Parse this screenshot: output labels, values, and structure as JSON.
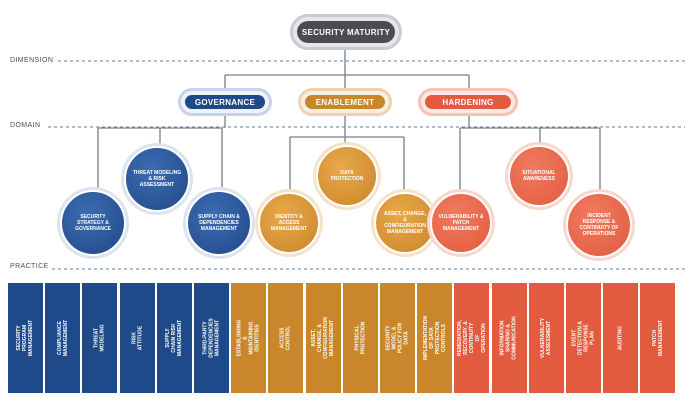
{
  "colors": {
    "root": "#4a4c52",
    "governance": "#1f4a8a",
    "enablement": "#c9862a",
    "hardening": "#e25b3e",
    "line": "#7a7f88",
    "dash": "#5b7fa6"
  },
  "root": {
    "label": "SECURITY MATURITY"
  },
  "levels": {
    "dimension": "DIMENSION",
    "domain": "DOMAIN",
    "practice": "PRACTICE"
  },
  "dimensions": [
    {
      "label": "GOVERNANCE"
    },
    {
      "label": "ENABLEMENT"
    },
    {
      "label": "HARDENING"
    }
  ],
  "domains": [
    {
      "label": "SECURITY STRATEGY & GOVERNANCE",
      "group": "governance"
    },
    {
      "label": "THREAT MODELING & RISK ASSESSMENT",
      "group": "governance"
    },
    {
      "label": "SUPPLY CHAIN & DEPENDENCIES MANAGEMENT",
      "group": "governance"
    },
    {
      "label": "IDENTITY & ACCESS MANAGEMENT",
      "group": "enablement"
    },
    {
      "label": "DATA PROTECTION",
      "group": "enablement"
    },
    {
      "label": "ASSET, CHANGE, & CONFIGURATION MANAGEMENT",
      "group": "enablement"
    },
    {
      "label": "VULNERABILITY & PATCH MANAGEMENT",
      "group": "hardening"
    },
    {
      "label": "SITUATIONAL AWARENESS",
      "group": "hardening"
    },
    {
      "label": "INCIDENT RESPONSE & CONTINUITY OF OPERATIONS",
      "group": "hardening"
    }
  ],
  "practices": [
    {
      "label": "SECURITY PROGRAM MANAGEMENT",
      "group": "governance"
    },
    {
      "label": "COMPLIANCE MANAGEMENT",
      "group": "governance"
    },
    {
      "label": "THREAT MODELING",
      "group": "governance"
    },
    {
      "label": "RISK ATTITUDE",
      "group": "governance"
    },
    {
      "label": "SUPPLY CHAIN RISK MANAGEMENT",
      "group": "governance"
    },
    {
      "label": "THIRD-PARTY DEPENDENCIES MANAGEMENT",
      "group": "governance"
    },
    {
      "label": "ESTABLISHING & MAINTAINING IDENTITIES",
      "group": "enablement"
    },
    {
      "label": "ACCESS CONTROL",
      "group": "enablement"
    },
    {
      "label": "ASSET, CHANGE, & CONFIGURATION MANAGEMENT",
      "group": "enablement"
    },
    {
      "label": "PHYSICAL PROTECTION",
      "group": "enablement"
    },
    {
      "label": "SECURITY MODEL & POLICY FOR DATA",
      "group": "enablement"
    },
    {
      "label": "IMPLEMENTATION OF DATA PROTECTION CONTROLS",
      "group": "enablement"
    },
    {
      "label": "REMEDIATION, RECOVERY, & CONTINUITY OF OPERATION",
      "group": "hardening"
    },
    {
      "label": "INFORMATION SHARING & COMMUNICATION",
      "group": "hardening"
    },
    {
      "label": "VULNERABILITY ASSESSMENT",
      "group": "hardening"
    },
    {
      "label": "EVENT DETECTION & RESPONSE PLAN",
      "group": "hardening"
    },
    {
      "label": "AUDITING",
      "group": "hardening"
    },
    {
      "label": "PATCH MANAGEMENT",
      "group": "hardening"
    }
  ]
}
